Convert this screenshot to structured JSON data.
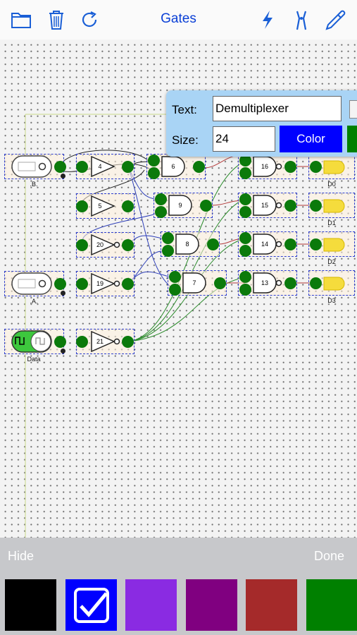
{
  "header": {
    "title": "Gates"
  },
  "toolbar": {
    "icons": [
      "folder-icon",
      "trash-icon",
      "redo-icon",
      "lightning-icon",
      "wire-cutter-icon",
      "eyedropper-icon"
    ]
  },
  "text_panel": {
    "text_label": "Text:",
    "text_value": "Demultiplexer",
    "size_label": "Size:",
    "size_value": "24",
    "color_label": "Color",
    "color_button_bg": "#0000ff"
  },
  "circuit": {
    "inputs": [
      {
        "label": ".B."
      },
      {
        "label": ".A."
      },
      {
        "label": "Data"
      }
    ],
    "outputs": [
      {
        "label": "D0"
      },
      {
        "label": "D1"
      },
      {
        "label": "D2"
      },
      {
        "label": "D3"
      }
    ],
    "gates": [
      {
        "id": "4",
        "type": "buffer"
      },
      {
        "id": "5",
        "type": "buffer"
      },
      {
        "id": "20",
        "type": "not"
      },
      {
        "id": "19",
        "type": "not"
      },
      {
        "id": "21",
        "type": "not"
      },
      {
        "id": "6",
        "type": "and"
      },
      {
        "id": "9",
        "type": "and"
      },
      {
        "id": "8",
        "type": "and"
      },
      {
        "id": "7",
        "type": "and"
      },
      {
        "id": "16",
        "type": "nand"
      },
      {
        "id": "15",
        "type": "nand"
      },
      {
        "id": "14",
        "type": "nand"
      },
      {
        "id": "13",
        "type": "nand"
      }
    ],
    "pin_color": "#0b7a0b",
    "led_color": "#f5dc3c"
  },
  "bottom": {
    "hide_label": "Hide",
    "done_label": "Done"
  },
  "swatches": [
    {
      "name": "black",
      "color": "#000000",
      "selected": false
    },
    {
      "name": "blue",
      "color": "#0000ff",
      "selected": true
    },
    {
      "name": "violet",
      "color": "#8a2be2",
      "selected": false
    },
    {
      "name": "purple",
      "color": "#800080",
      "selected": false
    },
    {
      "name": "brown",
      "color": "#a52a2a",
      "selected": false
    },
    {
      "name": "green",
      "color": "#008000",
      "selected": false
    }
  ]
}
